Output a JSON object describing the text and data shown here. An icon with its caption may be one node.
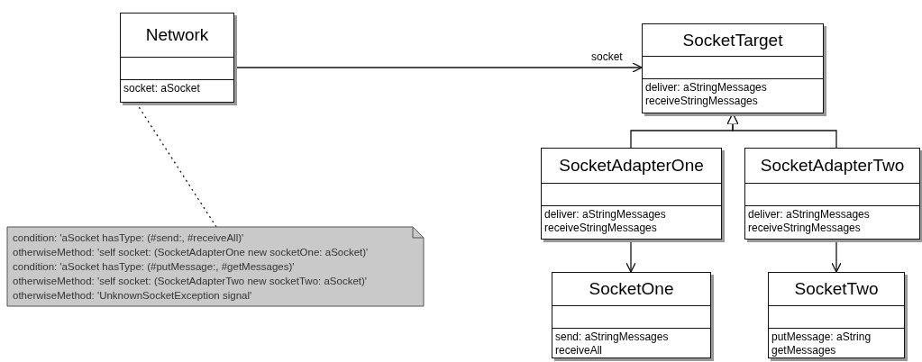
{
  "diagram": {
    "nodes": [
      {
        "text": [
          "Network",
          "socket: aSocket"
        ]
      },
      {
        "text": [
          "SocketTarget",
          "deliver: aStringMessages",
          "receiveStringMessages"
        ]
      },
      {
        "text": [
          "condition: 'aSocket hasType: (#send:, #receiveAll)'",
          "otherwiseMethod: 'self socket: (SocketAdapterOne new socketOne: aSocket)'",
          "condition: 'aSocket hasType: (#putMessage:, #getMessages)'",
          "otherwiseMethod: 'self socket: (SocketAdapterTwo new socketTwo: aSocket)'",
          "otherwiseMethod: 'UnknownSocketException signal'"
        ]
      },
      {
        "text": [
          "SocketAdapterOne",
          "deliver: aStringMessages",
          "receiveStringMessages"
        ]
      },
      {
        "text": [
          "SocketAdapterTwo",
          "deliver: aStringMessages",
          "receiveStringMessages"
        ]
      },
      {
        "text": [
          "SocketOne",
          "send: aStringMessages",
          "receiveAll"
        ]
      },
      {
        "text": [
          "SocketTwo",
          "putMessage: aString",
          "getMessages"
        ]
      }
    ],
    "edges": [
      {
        "from": 0,
        "to": 1,
        "arrow": "to",
        "label": "socket"
      },
      {
        "from": 2,
        "to": 0,
        "arrow": "none",
        "style": "dashed"
      },
      {
        "from": 3,
        "to": 1,
        "arrow": "to"
      },
      {
        "from": 4,
        "to": 1,
        "arrow": "to"
      },
      {
        "from": 3,
        "to": 5,
        "arrow": "to"
      },
      {
        "from": 4,
        "to": 6,
        "arrow": "to"
      }
    ]
  }
}
